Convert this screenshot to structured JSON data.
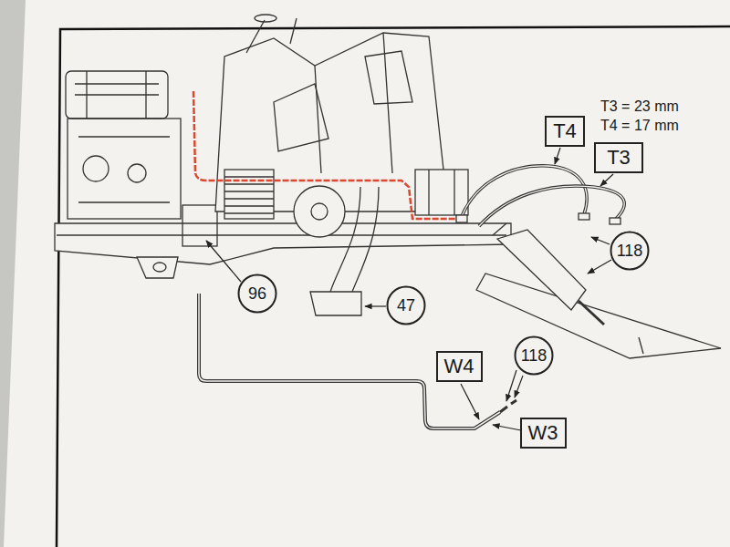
{
  "diagram": {
    "nodes": [
      {
        "text": [
          "T4"
        ]
      },
      {
        "text": [
          "T3"
        ]
      },
      {
        "text": [
          "118"
        ]
      },
      {
        "text": [
          "96"
        ]
      },
      {
        "text": [
          "47"
        ]
      },
      {
        "text": [
          "W4"
        ]
      },
      {
        "text": [
          "118"
        ]
      },
      {
        "text": [
          "W3"
        ]
      }
    ],
    "labels": [
      "T3 = 23 mm",
      "T4 = 17 mm"
    ]
  }
}
